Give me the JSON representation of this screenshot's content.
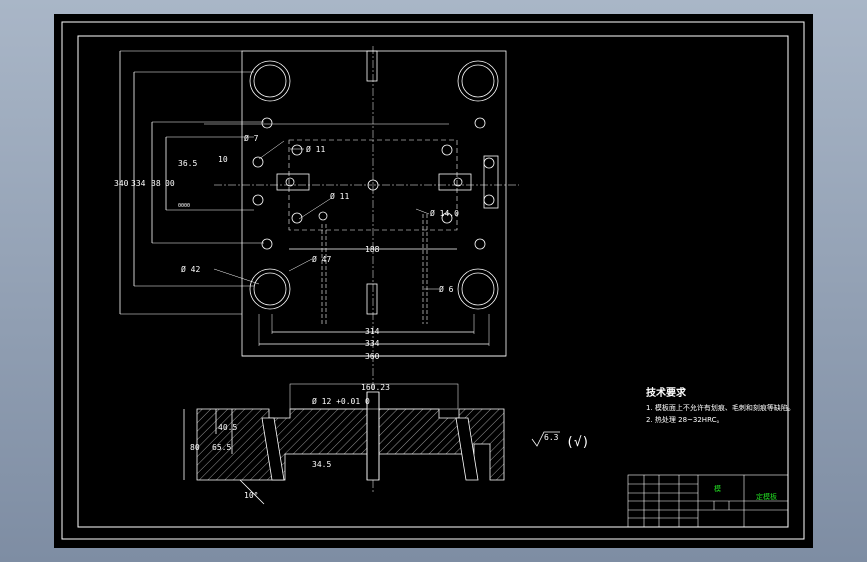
{
  "plan_view_dims": {
    "overall_height": "340",
    "mid_height": "334",
    "inner_height": "38",
    "small_height": "00",
    "pin_spacing": "10",
    "offset": "36.5",
    "small_note": "0000",
    "hole_7": "Ø 7",
    "hole_11_a": "Ø 11",
    "hole_11_b": "Ø 11",
    "hole_14": "Ø 14.0",
    "width_188": "188",
    "hole_47": "Ø 47",
    "hole_42": "Ø 42",
    "hole_6": "Ø 6",
    "width_314": "314",
    "width_334": "334",
    "width_360": "360"
  },
  "section_view_dims": {
    "top_width": "160.23",
    "sprue_dim": "Ø 12 +0.01 0",
    "depth_40": "40.5",
    "depth_65": "65.5",
    "height_80": "80",
    "depth_34": "34.5",
    "angle": "10°"
  },
  "surface_finish": {
    "value": "6.3",
    "other": "(√)"
  },
  "technical_requirements": {
    "heading": "技术要求",
    "line1": "1. 模板面上不允许有划痕、毛刺和刻痕等缺陷。",
    "line2": "2. 热处理 28~32HRC。"
  },
  "title_block": {
    "drawing_name": "模",
    "drawing_number": "定模板"
  },
  "colors": {
    "background": "#000000",
    "lines": "#ffffff",
    "title_block_text": "#22dd22"
  }
}
